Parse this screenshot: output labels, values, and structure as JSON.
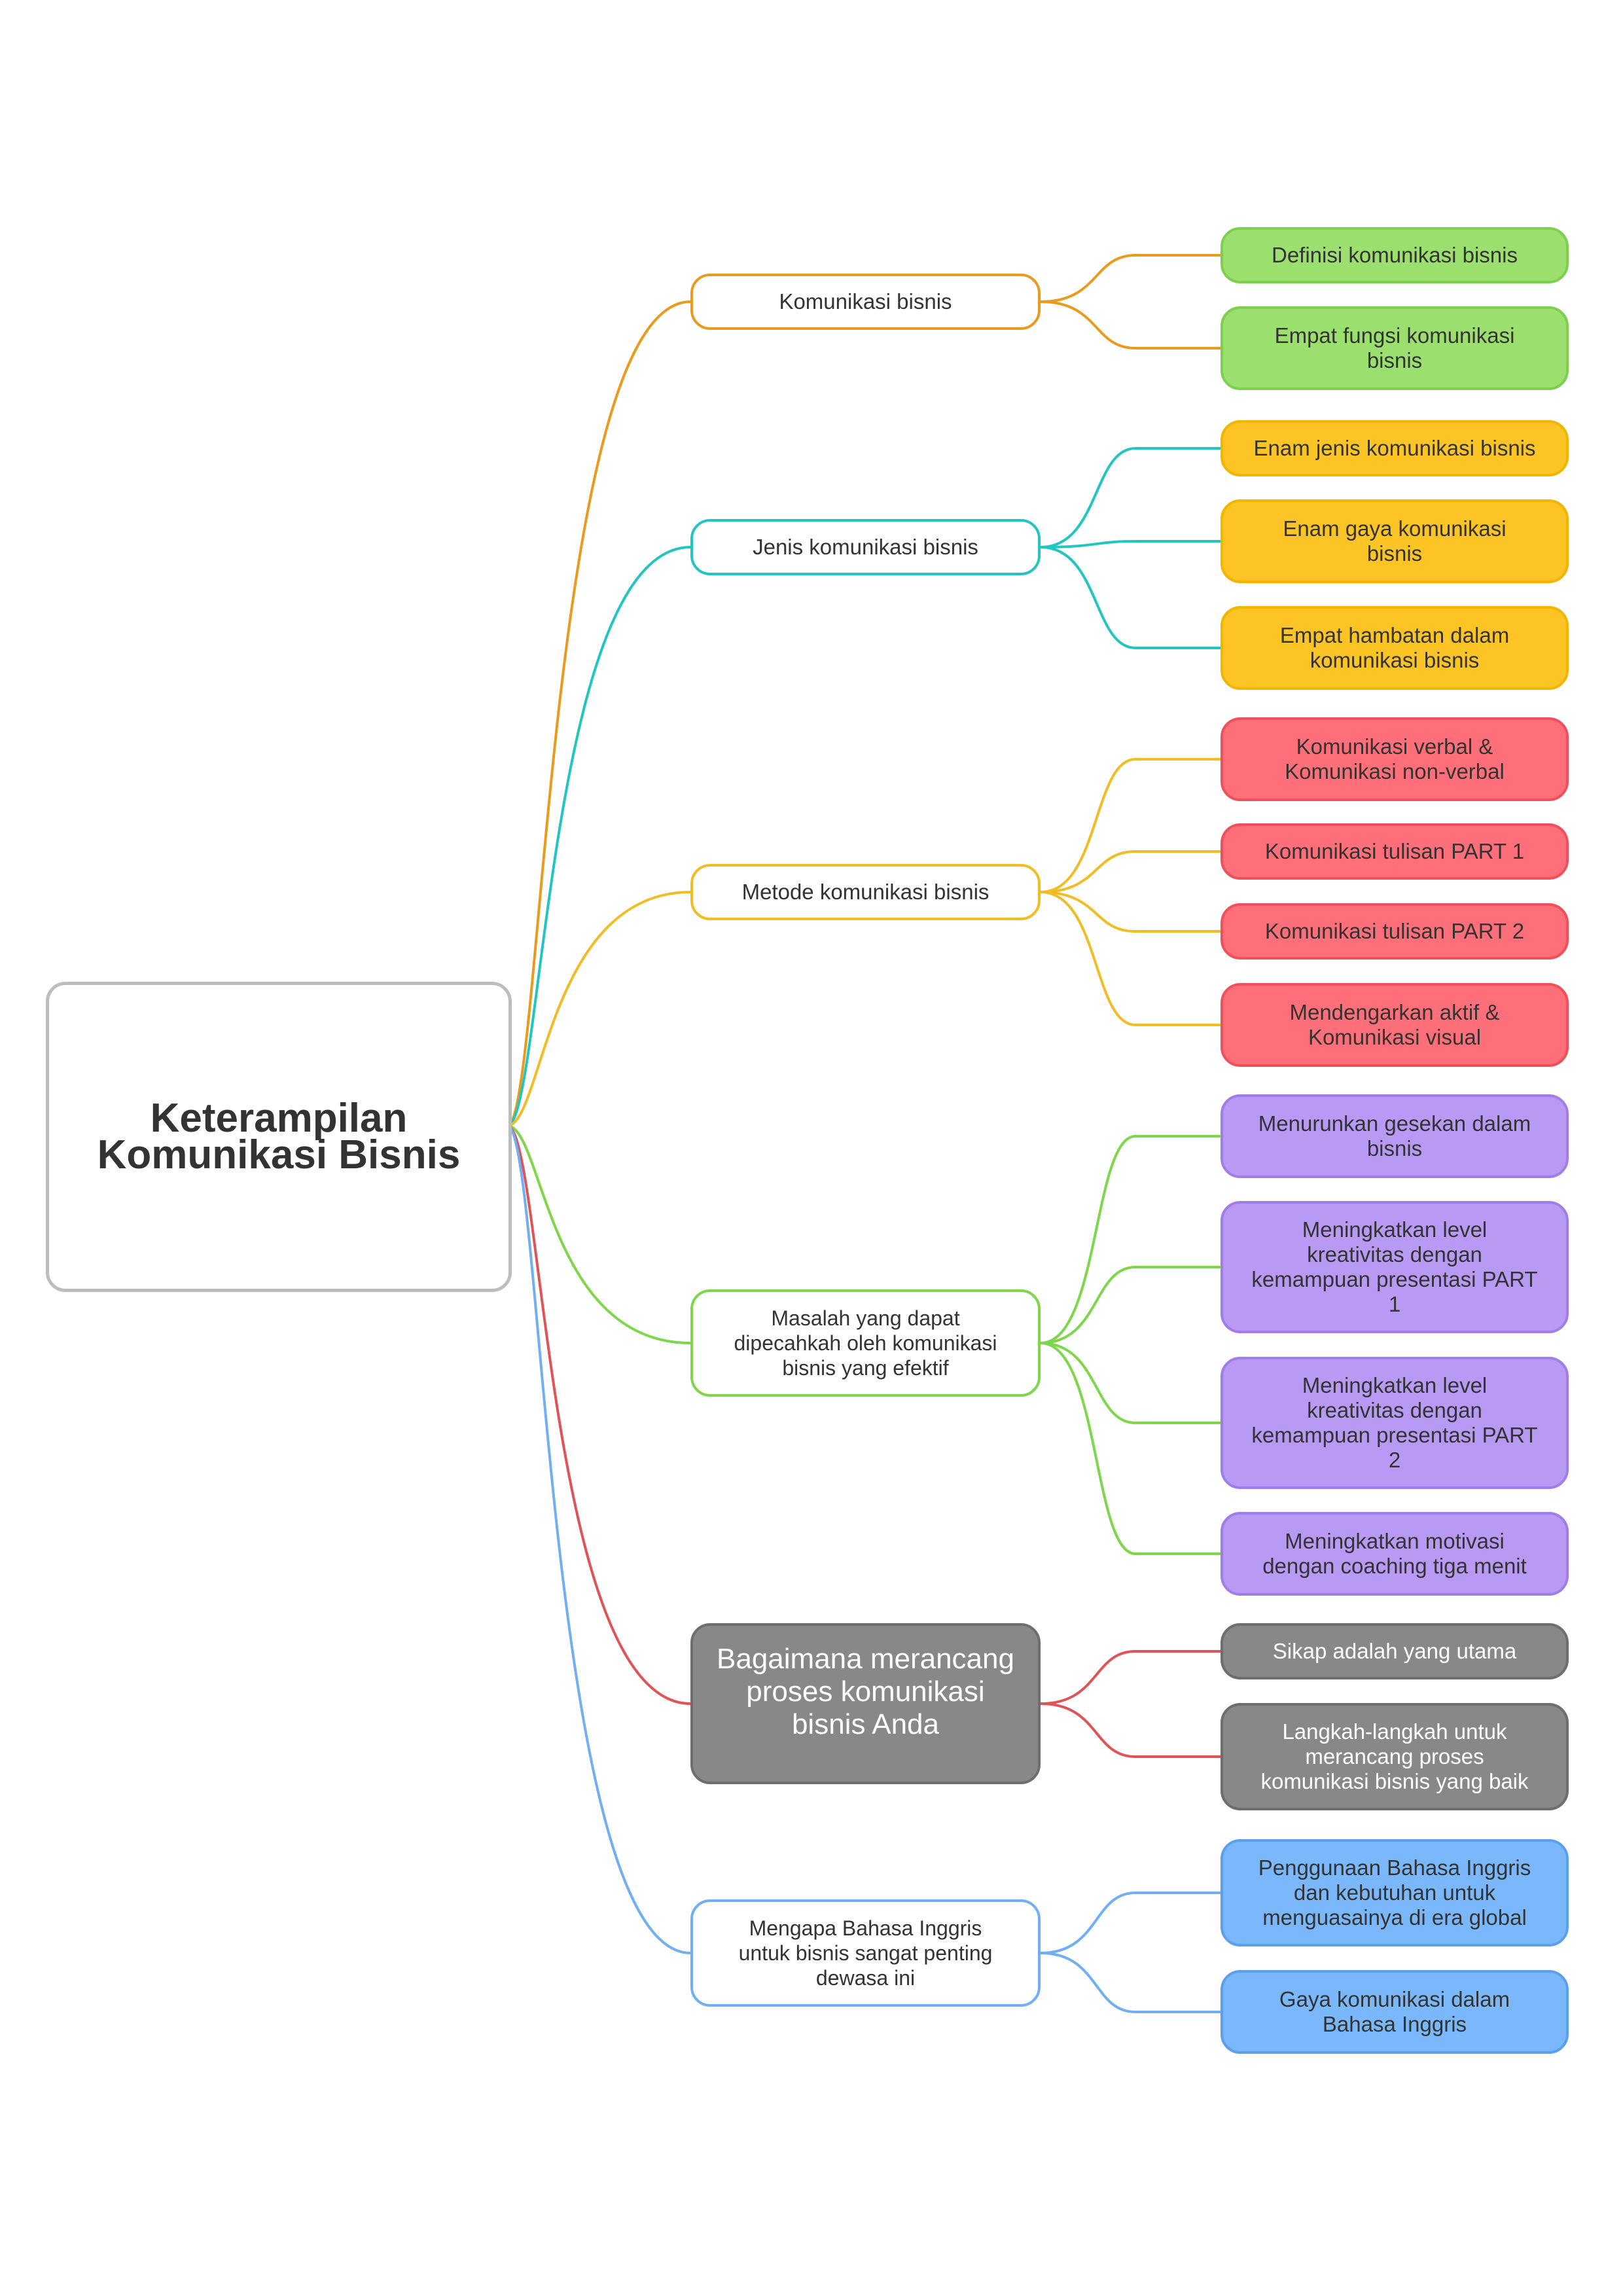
{
  "root": {
    "title": "Keterampilan\nKomunikasi Bisnis"
  },
  "branches": [
    {
      "label": "Komunikasi bisnis",
      "line_color": "#ea9a1d",
      "leaf_fill": "#9be06f",
      "leaf_border": "#7ecf4e",
      "children": [
        "Definisi komunikasi bisnis",
        "Empat fungsi komunikasi\nbisnis"
      ]
    },
    {
      "label": "Jenis komunikasi bisnis",
      "line_color": "#22c6c0",
      "leaf_fill": "#fcc424",
      "leaf_border": "#f2b500",
      "children": [
        "Enam jenis komunikasi bisnis",
        "Enam gaya komunikasi\nbisnis",
        "Empat hambatan dalam\nkomunikasi bisnis"
      ]
    },
    {
      "label": "Metode komunikasi bisnis",
      "line_color": "#f2bc24",
      "leaf_fill": "#ff6f79",
      "leaf_border": "#f0505c",
      "children": [
        "Komunikasi verbal &\nKomunikasi non-verbal",
        "Komunikasi tulisan PART 1",
        "Komunikasi tulisan PART 2",
        "Mendengarkan aktif &\nKomunikasi visual"
      ]
    },
    {
      "label": "Masalah yang dapat\ndipecahkah oleh komunikasi\nbisnis yang efektif",
      "line_color": "#7ed64b",
      "leaf_fill": "#b89af4",
      "leaf_border": "#a07ee8",
      "children": [
        "Menurunkan gesekan dalam\nbisnis",
        "Meningkatkan level\nkreativitas dengan\nkemampuan presentasi PART\n1",
        "Meningkatkan level\nkreativitas dengan\nkemampuan presentasi PART\n2",
        "Meningkatkan motivasi\ndengan coaching tiga menit"
      ]
    },
    {
      "label": "Bagaimana merancang\nproses komunikasi\nbisnis Anda",
      "line_color": "#e05356",
      "branch_fill": "#888888",
      "branch_border": "#6e6e6e",
      "branch_text": "#ffffff",
      "leaf_fill": "#888888",
      "leaf_border": "#6e6e6e",
      "leaf_text": "#ffffff",
      "children": [
        "Sikap adalah yang utama",
        "Langkah-langkah untuk\nmerancang proses\nkomunikasi bisnis yang baik"
      ]
    },
    {
      "label": "Mengapa Bahasa Inggris\nuntuk bisnis sangat penting\ndewasa ini",
      "line_color": "#72aef2",
      "leaf_fill": "#7ab8fb",
      "leaf_border": "#5a9ff0",
      "children": [
        "Penggunaan Bahasa Inggris\ndan kebutuhan untuk\nmenguasainya di era global",
        "Gaya komunikasi dalam\nBahasa Inggris"
      ]
    }
  ]
}
